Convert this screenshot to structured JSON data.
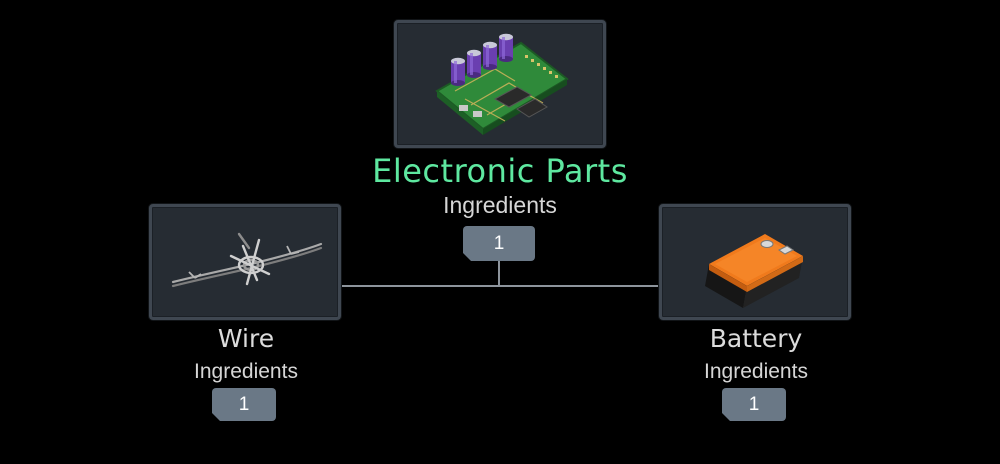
{
  "recipe": {
    "result": {
      "name": "Electronic Parts",
      "subtitle": "Ingredients",
      "quantity": "1",
      "icon": "circuit-board-icon"
    },
    "ingredients": [
      {
        "name": "Wire",
        "subtitle": "Ingredients",
        "quantity": "1",
        "icon": "barbed-wire-icon"
      },
      {
        "name": "Battery",
        "subtitle": "Ingredients",
        "quantity": "1",
        "icon": "battery-icon"
      }
    ]
  },
  "colors": {
    "result_name": "#5ee8a0",
    "slot_bg": "#262c33",
    "slot_border": "#3f4751",
    "badge_bg": "#6a7886",
    "connector": "#8d949c"
  }
}
